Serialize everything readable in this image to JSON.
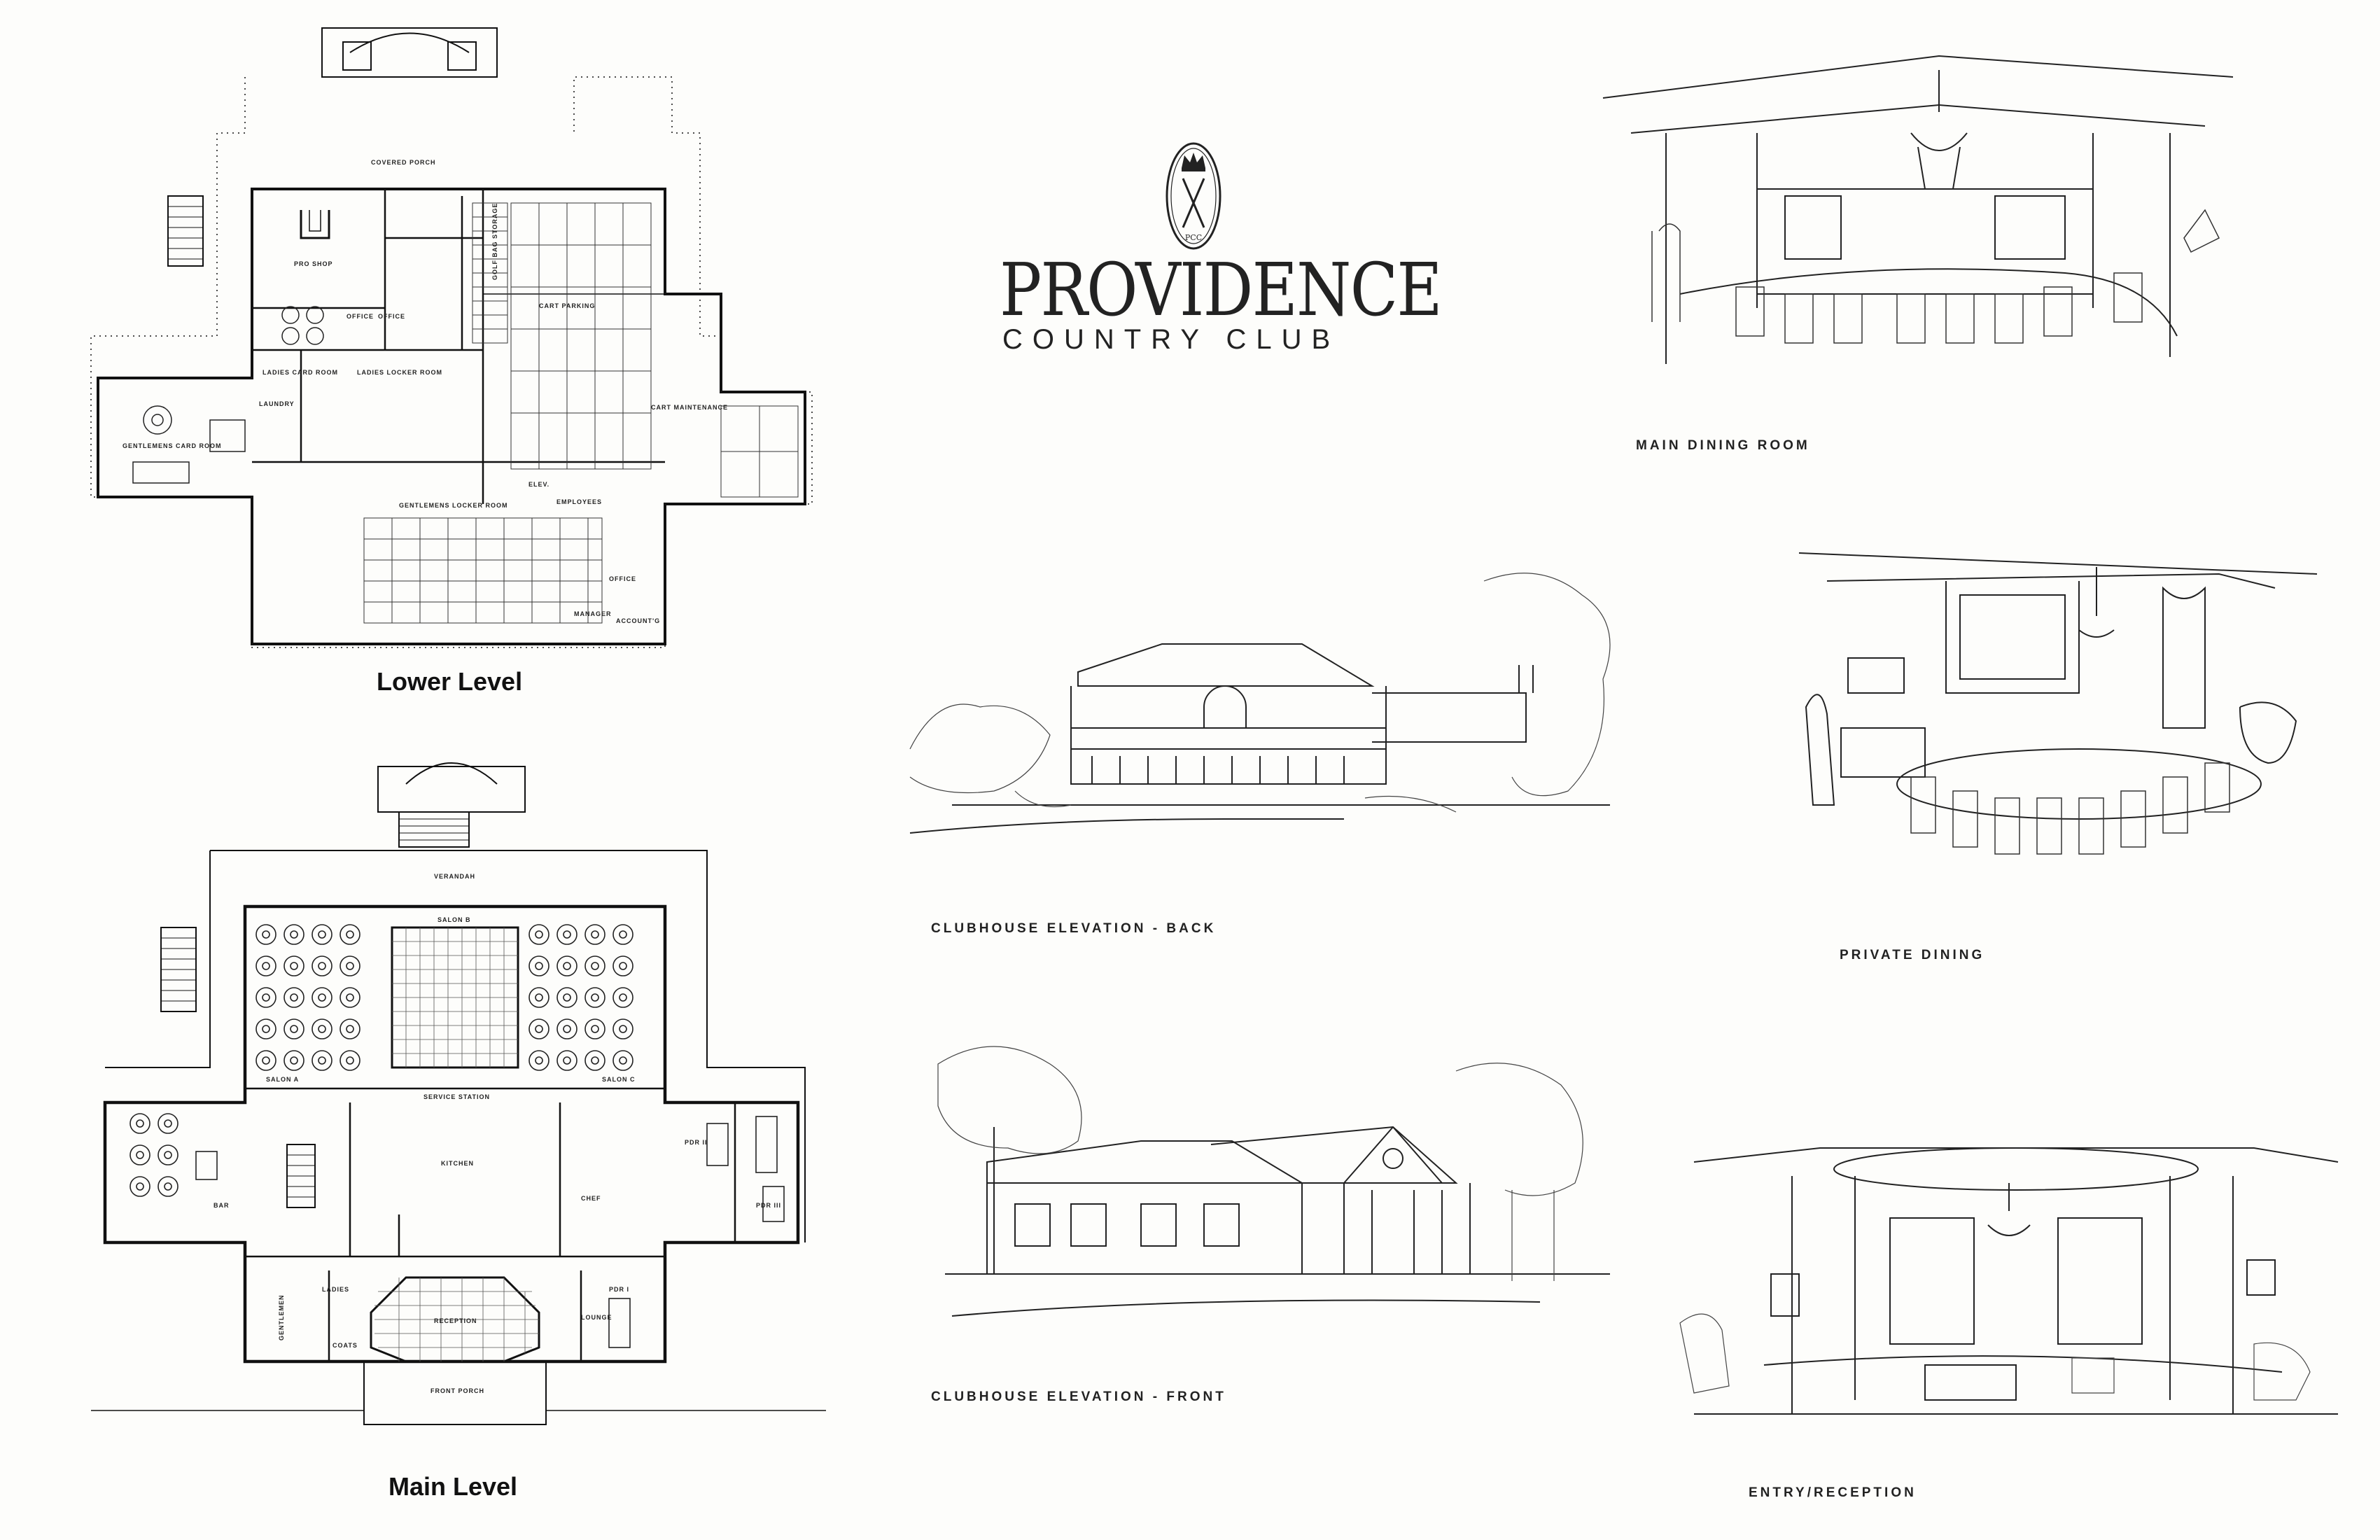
{
  "logo": {
    "emblem_icon": "crown-crossed-clubs-emblem",
    "title": "PROVIDENCE",
    "subtitle": "COUNTRY CLUB",
    "emblem_text": "PCC"
  },
  "lower_level": {
    "title": "Lower Level",
    "rooms": {
      "covered_porch": "COVERED PORCH",
      "pro_shop": "PRO SHOP",
      "office1": "OFFICE",
      "office2": "OFFICE",
      "golf_bag_storage": "GOLF BAG STORAGE",
      "cart_parking": "CART PARKING",
      "ladies_card_room": "LADIES CARD ROOM",
      "ladies_locker_room": "LADIES LOCKER ROOM",
      "laundry": "LAUNDRY",
      "cart_maintenance": "CART MAINTENANCE",
      "gentlemens_card_room": "GENTLEMENS CARD ROOM",
      "elev": "ELEV.",
      "employees": "EMPLOYEES",
      "gentlemens_locker_room": "GENTLEMENS LOCKER ROOM",
      "office3": "OFFICE",
      "manager": "MANAGER",
      "accountant": "ACCOUNT'G"
    }
  },
  "main_level": {
    "title": "Main Level",
    "rooms": {
      "veranda": "VERANDAH",
      "salon_b": "SALON B",
      "salon_a": "SALON A",
      "salon_c": "SALON C",
      "service_station": "SERVICE STATION",
      "kitchen": "KITCHEN",
      "chef": "CHEF",
      "bar": "BAR",
      "pdr_ii": "PDR II",
      "pdr_iii": "PDR III",
      "pdr_i": "PDR I",
      "ladies": "LADIES",
      "gentlemen": "GENTLEMEN",
      "coats": "COATS",
      "reception": "RECEPTION",
      "lounge": "LOUNGE",
      "front_porch": "FRONT PORCH"
    }
  },
  "illustrations": {
    "main_dining_room": "MAIN DINING ROOM",
    "clubhouse_back": "CLUBHOUSE ELEVATION - BACK",
    "private_dining": "PRIVATE DINING",
    "clubhouse_front": "CLUBHOUSE ELEVATION - FRONT",
    "entry_reception": "ENTRY/RECEPTION"
  }
}
